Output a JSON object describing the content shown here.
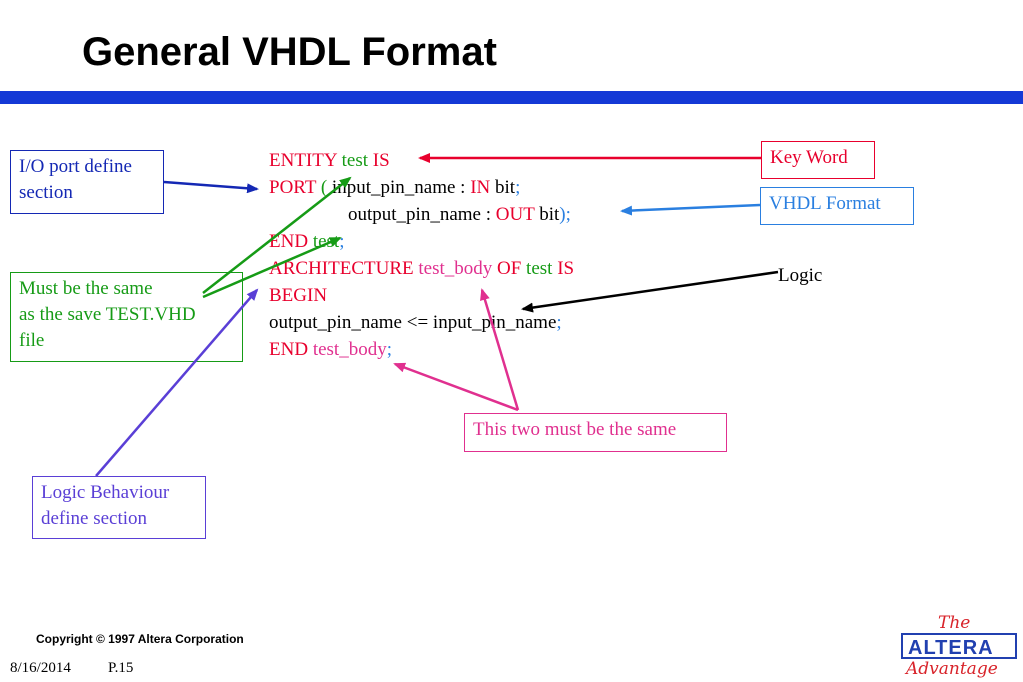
{
  "slide": {
    "title": "General VHDL Format",
    "accent_color": "#1439d6"
  },
  "code": {
    "line1": {
      "t1": "ENTITY ",
      "t2": "test",
      "t3": " IS"
    },
    "line2": {
      "t1": "PORT ",
      "t2": "(",
      "t3": " input_pin_name : ",
      "t4": "IN",
      "t5": " bit",
      "t6": ";"
    },
    "line3": {
      "t1": "output_pin_name : ",
      "t2": "OUT",
      "t3": " bit",
      "t4": ");"
    },
    "line4": {
      "t1": "END ",
      "t2": "test",
      "t3": ";"
    },
    "line5": {
      "t1": "ARCHITECTURE ",
      "t2": "test_body",
      "t3": " OF ",
      "t4": "test",
      "t5": " IS"
    },
    "line6": {
      "t1": "BEGIN"
    },
    "line7": {
      "t1": "output_pin_name <= input_pin_name",
      "t2": ";"
    },
    "line8": {
      "t1": "END ",
      "t2": "test_body",
      "t3": ";"
    }
  },
  "callouts": {
    "io_port": "I/O port define section",
    "io_port_line1": "I/O port define",
    "io_port_line2": "section",
    "must_same_line1": "Must be the same",
    "must_same_line2": "as the save TEST.VHD",
    "must_same_line3": "file",
    "logic_beh_line1": "Logic Behaviour",
    "logic_beh_line2": "define section",
    "key_word": "Key Word",
    "vhdl_format": "VHDL Format",
    "logic": "Logic",
    "this_two": "This two must be the same"
  },
  "colors": {
    "keyword": "#e8002d",
    "identifier": "#169b16",
    "pink": "#e0308f",
    "format_blue": "#2a7fe0",
    "io_blue": "#1428b4",
    "behaviour_purple": "#5a3fd6"
  },
  "footer": {
    "copyright": "Copyright © 1997 Altera Corporation",
    "date": "8/16/2014",
    "page": "P.15"
  },
  "logo": {
    "the": "The",
    "brand": "ALTERA",
    "advantage": "Advantage"
  }
}
